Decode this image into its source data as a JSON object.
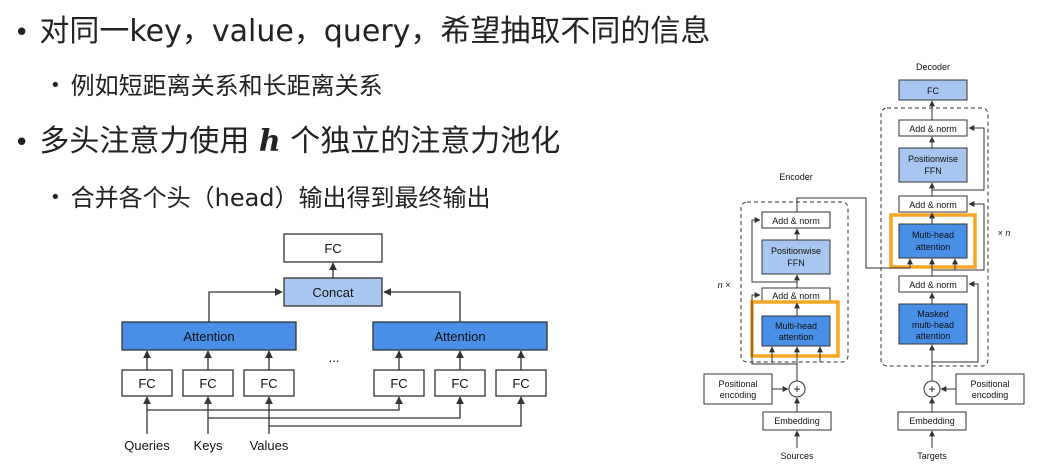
{
  "bullets": {
    "b1": "对同一key，value，query，希望抽取不同的信息",
    "b1_sub": "例如短距离关系和长距离关系",
    "b2_pre": "多头注意力使用 ",
    "b2_var": "h",
    "b2_post": " 个独立的注意力池化",
    "b2_sub": "合并各个头（head）输出得到最终输出"
  },
  "multihead": {
    "fc_top": "FC",
    "concat": "Concat",
    "attention": "Attention",
    "fc": "FC",
    "ellipsis": "...",
    "inputs": [
      "Queries",
      "Keys",
      "Values"
    ]
  },
  "transformer": {
    "decoder_title": "Decoder",
    "encoder_title": "Encoder",
    "fc": "FC",
    "add_norm": "Add & norm",
    "ffn_line1": "Positionwise",
    "ffn_line2": "FFN",
    "mha_line1": "Multi-head",
    "mha_line2": "attention",
    "masked_line1": "Masked",
    "masked_line2": "multi-head",
    "masked_line3": "attention",
    "n_times_left": "n ×",
    "n_times_right": "× n",
    "pos_enc_line1": "Positional",
    "pos_enc_line2": "encoding",
    "plus": "+",
    "embedding": "Embedding",
    "sources": "Sources",
    "targets": "Targets"
  },
  "colors": {
    "box_light": "#a7c7f0",
    "box_blue": "#4a8fe7",
    "highlight": "#f5a623",
    "stroke": "#333333"
  }
}
